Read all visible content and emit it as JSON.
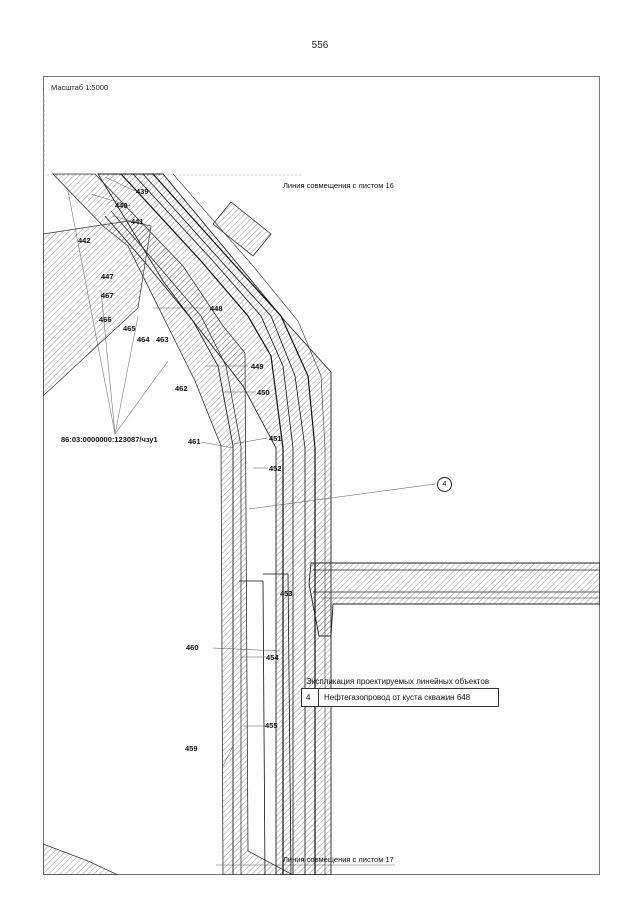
{
  "page_number": "556",
  "scale": "Масштаб 1:5000",
  "combine_top": "Линия совмещения с листом 16",
  "combine_bottom": "Линия совмещения с листом 17",
  "cadastral": "86:03:0000000:123087/чзу1",
  "object_marker": "4",
  "legend": {
    "title": "Экспликация проектируемых линейных объектов",
    "items": [
      {
        "num": "4",
        "name": "Нефтегазопровод от куста скважин 648"
      }
    ]
  },
  "points": [
    "439",
    "440",
    "441",
    "442",
    "447",
    "467",
    "466",
    "465",
    "464",
    "463",
    "448",
    "449",
    "450",
    "462",
    "461",
    "451",
    "452",
    "453",
    "460",
    "454",
    "455",
    "459"
  ]
}
